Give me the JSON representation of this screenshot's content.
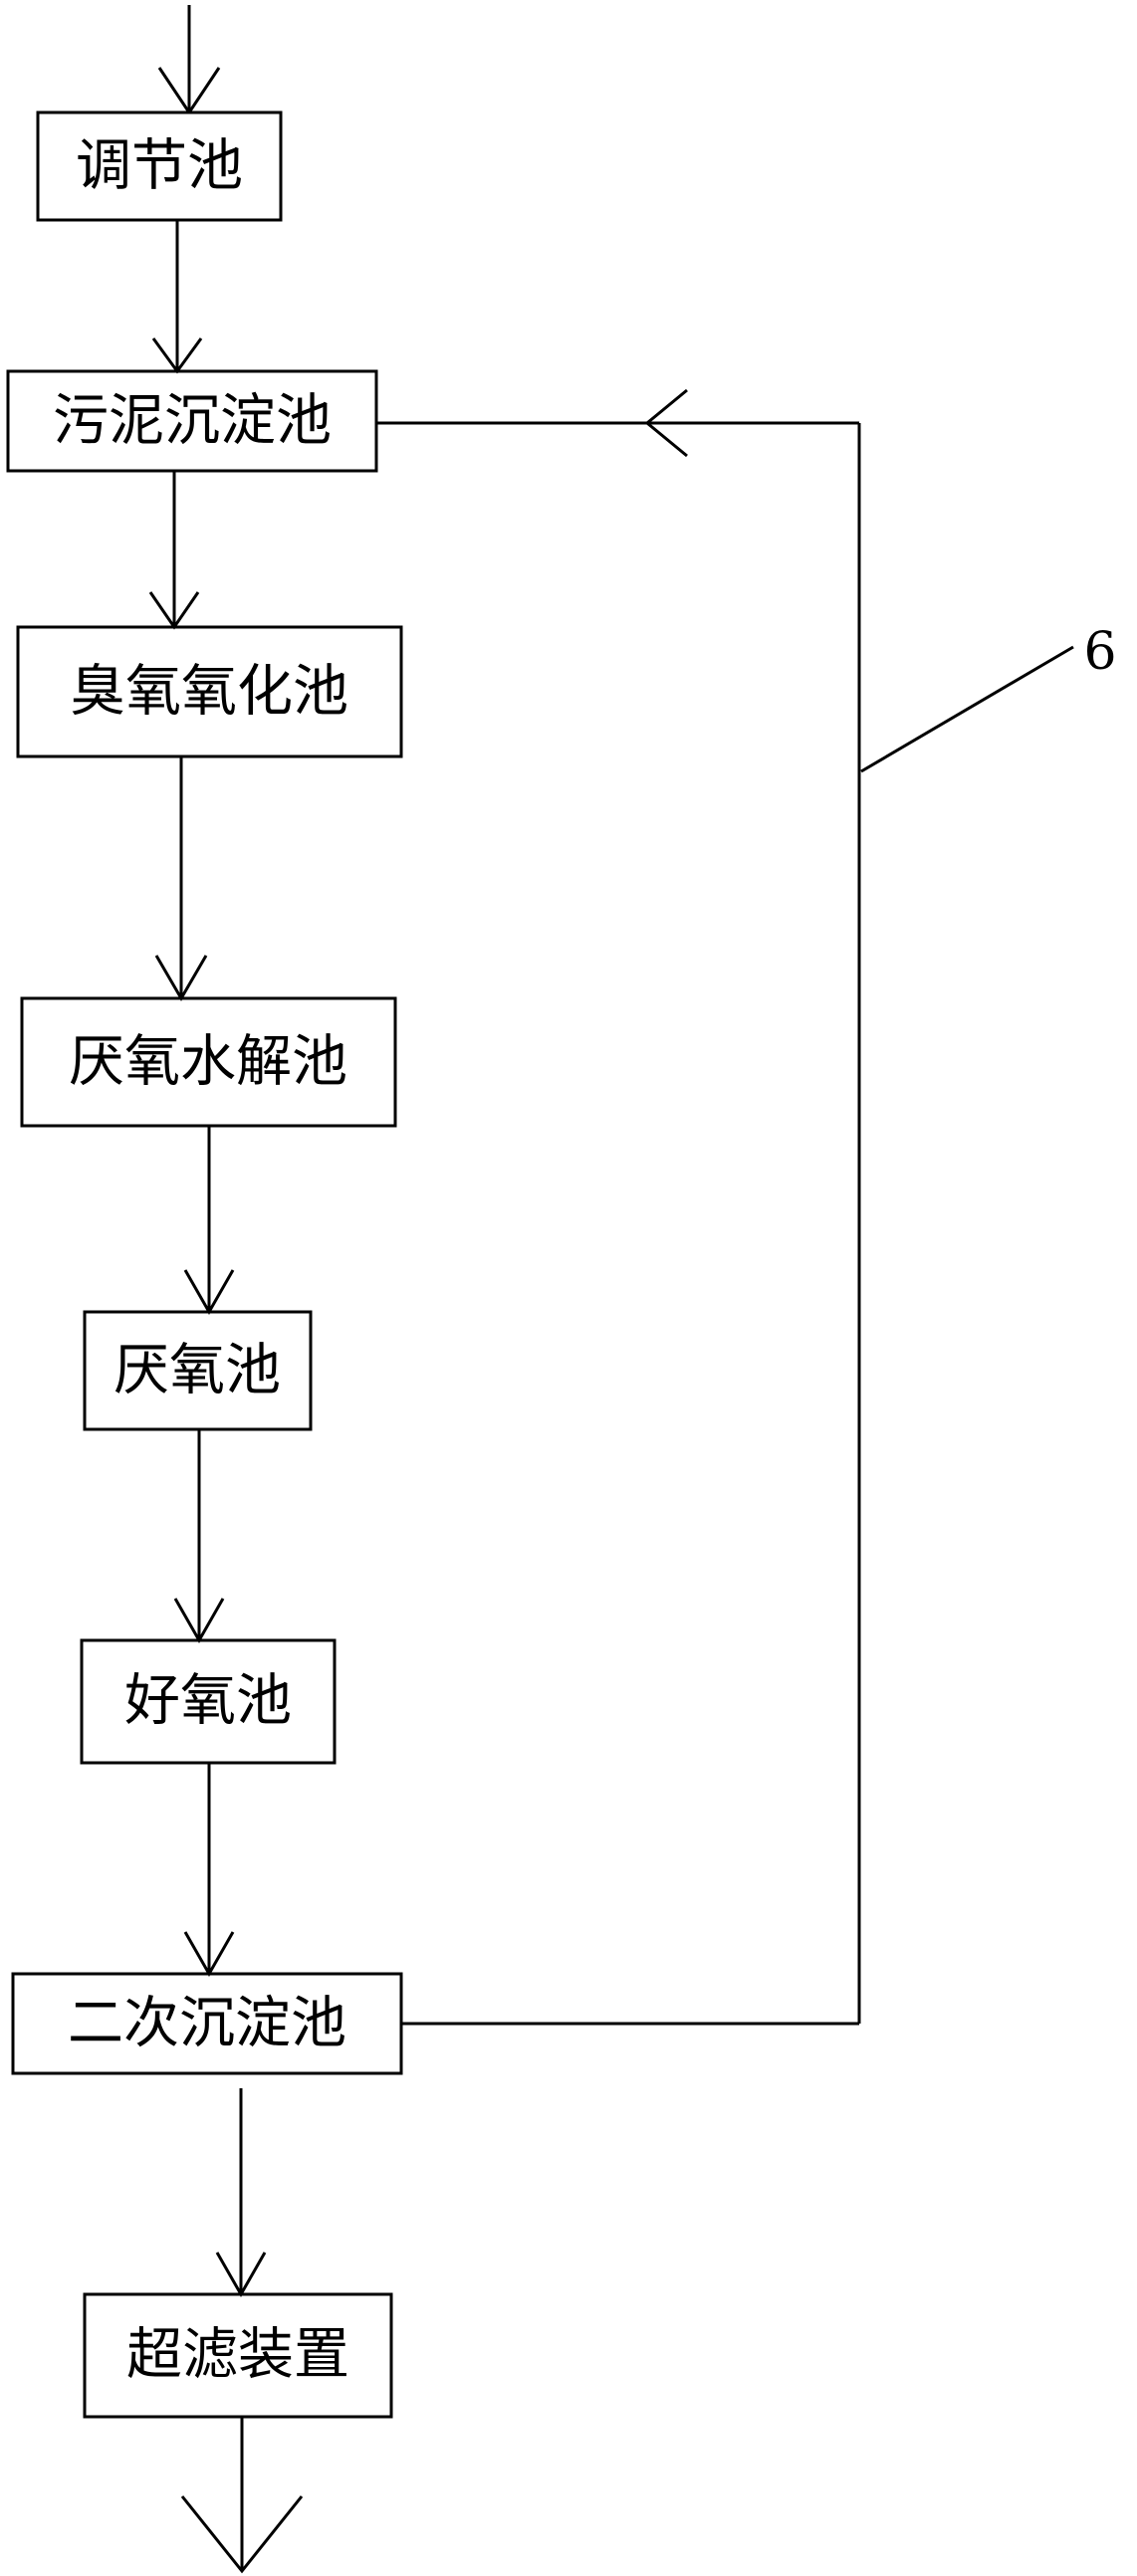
{
  "diagram": {
    "nodes": [
      {
        "id": "tiaojiechi",
        "label": "调节池"
      },
      {
        "id": "wunichendianchi",
        "label": "污泥沉淀池"
      },
      {
        "id": "chouyangyanghuachi",
        "label": "臭氧氧化池"
      },
      {
        "id": "yanyangshuijiechi",
        "label": "厌氧水解池"
      },
      {
        "id": "yanyangchi",
        "label": "厌氧池"
      },
      {
        "id": "haoyangchi",
        "label": "好氧池"
      },
      {
        "id": "erci-chendianchi",
        "label": "二次沉淀池"
      },
      {
        "id": "chaolv-zhuangzhi",
        "label": "超滤装置"
      }
    ],
    "edges": [
      {
        "from": "tiaojiechi",
        "to": "wunichendianchi"
      },
      {
        "from": "wunichendianchi",
        "to": "chouyangyanghuachi"
      },
      {
        "from": "chouyangyanghuachi",
        "to": "yanyangshuijiechi"
      },
      {
        "from": "yanyangshuijiechi",
        "to": "yanyangchi"
      },
      {
        "from": "yanyangchi",
        "to": "haoyangchi"
      },
      {
        "from": "haoyangchi",
        "to": "erci-chendianchi"
      },
      {
        "from": "erci-chendianchi",
        "to": "chaolv-zhuangzhi"
      },
      {
        "from": "erci-chendianchi",
        "to": "wunichendianchi",
        "kind": "return"
      }
    ],
    "callout_label": "6"
  }
}
